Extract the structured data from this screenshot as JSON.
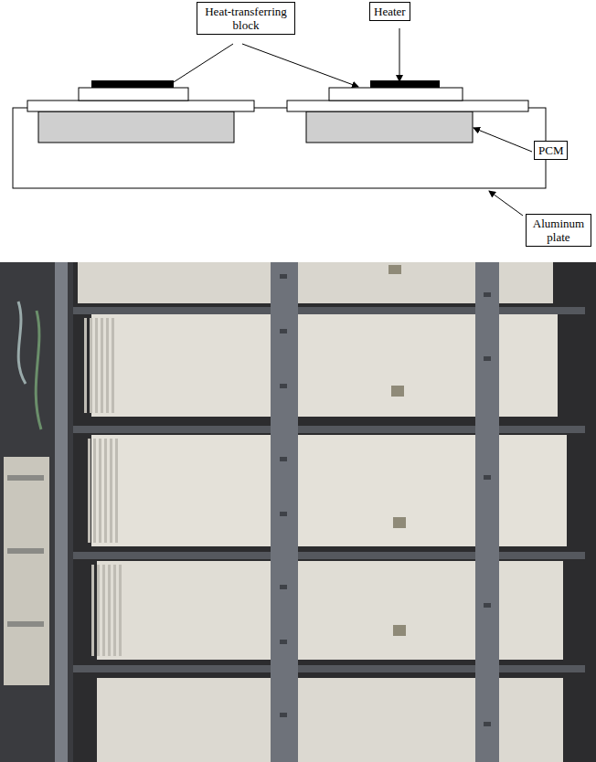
{
  "diagram": {
    "nodes": [
      {
        "text": [
          "Heat-transferring block"
        ]
      },
      {
        "text": [
          "Heater"
        ]
      },
      {
        "text": [
          "PCM"
        ]
      },
      {
        "text": [
          "Aluminum plate"
        ]
      }
    ]
  }
}
